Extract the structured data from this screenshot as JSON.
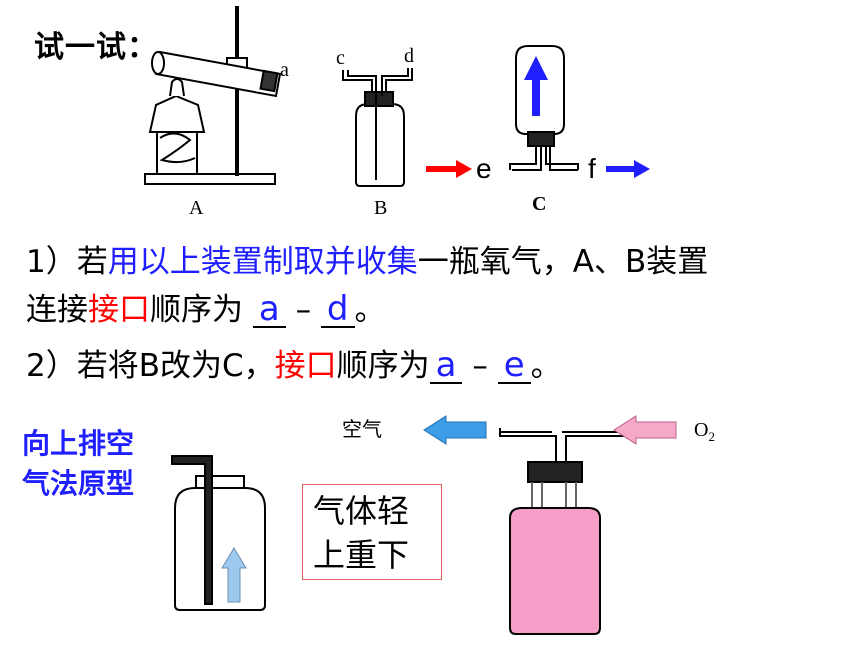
{
  "title": "试一试：",
  "apparatus": {
    "A": {
      "caption": "A",
      "port": "a"
    },
    "B": {
      "caption": "B",
      "port_left": "c",
      "port_right": "d"
    },
    "C": {
      "caption": "C",
      "port_in": "e",
      "port_out": "f"
    }
  },
  "question1": {
    "prefix": "1）若",
    "highlight": "用以上装置制取并收集",
    "suffix": "一瓶氧气，A、B装置",
    "line2_prefix": "连接",
    "line2_red": "接口",
    "line2_mid": "顺序为",
    "answer1": "a",
    "dash": "–",
    "answer2": "d",
    "end": "。"
  },
  "question2": {
    "prefix": "2）若将B改为C，",
    "red": "接口",
    "mid": "顺序为",
    "answer1": "a",
    "dash": "–",
    "answer2": "e",
    "end": "。"
  },
  "side_label": {
    "line1": "向上排空",
    "line2": "气法原型"
  },
  "note_box": {
    "line1": "气体轻",
    "line2": "上重下"
  },
  "flow": {
    "out_label": "空气",
    "in_label": "O",
    "in_sub": "2"
  },
  "colors": {
    "blue_text": "#1f1fff",
    "red_text": "#ff0000",
    "pink_bottle": "#f59fc9"
  }
}
